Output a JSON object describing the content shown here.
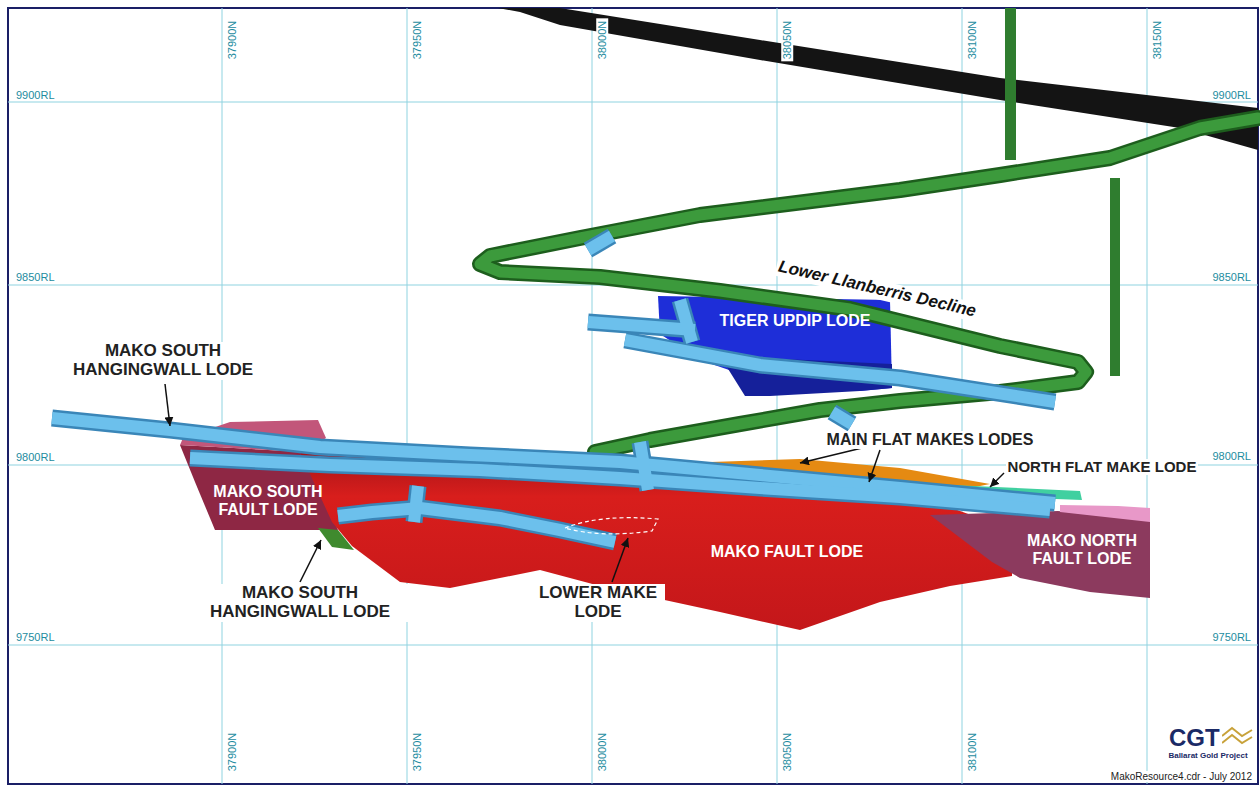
{
  "diagram": {
    "nodes": [
      {
        "text": [
          "TIGER UPDIP LODE"
        ]
      },
      {
        "text": [
          "MAKO SOUTH FAULT LODE"
        ]
      },
      {
        "text": [
          "MAKO FAULT LODE"
        ]
      },
      {
        "text": [
          "MAKO NORTH FAULT LODE"
        ]
      }
    ],
    "labels": [
      "9900RL",
      "9900RL",
      "9850RL",
      "9850RL",
      "9800RL",
      "9800RL",
      "9750RL",
      "9750RL",
      "37900N",
      "37950N",
      "38000N",
      "38050N",
      "38100N",
      "38150N",
      "37900N",
      "37950N",
      "38000N",
      "38050N",
      "38100N",
      "Lower Llanberris Decline",
      "MAKO SOUTH HANGINGWALL LODE",
      "MAIN FLAT MAKES LODES",
      "NORTH FLAT MAKE LODE",
      "MAKO SOUTH HANGINGWALL LODE",
      "LOWER MAKE LODE",
      "CGT",
      "Ballarat Gold Project",
      "MakoResource4.cdr - July 2012"
    ]
  }
}
